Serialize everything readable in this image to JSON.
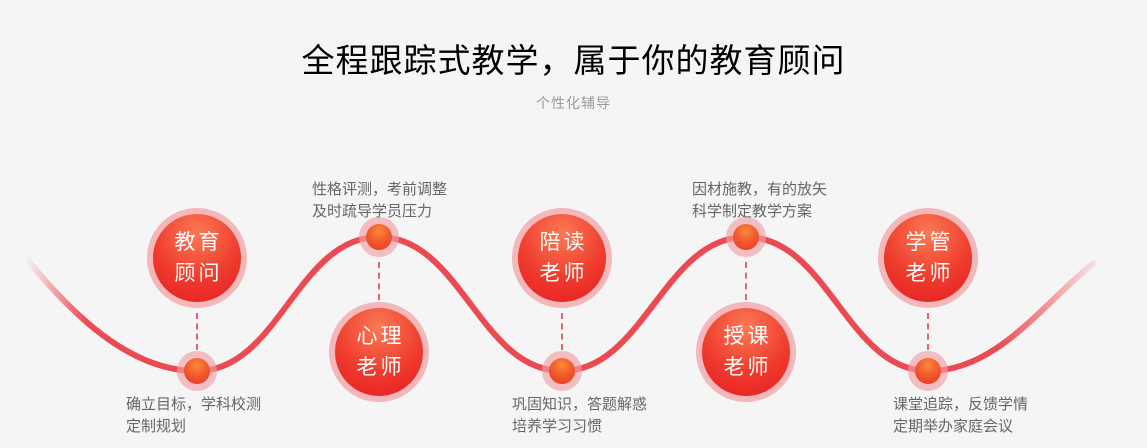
{
  "header": {
    "title": "全程跟踪式教学，属于你的教育顾问",
    "subtitle": "个性化辅导"
  },
  "colors": {
    "background": "#f5f5f6",
    "wave_red": "#ec4a52",
    "badge_ring_pink": "#f4b7ba",
    "badge_red_top": "#fa7a55",
    "badge_red_bottom": "#e51d22",
    "dot_orange": "#f78b3a",
    "dot_red": "#e8332a",
    "halo_pink": "#f1a0a5",
    "dash_red": "#e4666d",
    "title_black": "#000000",
    "subtitle_gray": "#9a9a9a",
    "desc_gray": "#666666",
    "badge_text_white": "#ffffff"
  },
  "nodes": [
    {
      "role": "教育顾问",
      "role_line1": "教育",
      "role_line2": "顾问",
      "badge_position": "above-wave",
      "desc_position": "below-wave",
      "desc_line1": "确立目标，学科校测",
      "desc_line2": "定制规划"
    },
    {
      "role": "心理老师",
      "role_line1": "心理",
      "role_line2": "老师",
      "badge_position": "below-wave",
      "desc_position": "above-wave",
      "desc_line1": "性格评测，考前调整",
      "desc_line2": "及时疏导学员压力"
    },
    {
      "role": "陪读老师",
      "role_line1": "陪读",
      "role_line2": "老师",
      "badge_position": "above-wave",
      "desc_position": "below-wave",
      "desc_line1": "巩固知识，答题解惑",
      "desc_line2": "培养学习习惯"
    },
    {
      "role": "授课老师",
      "role_line1": "授课",
      "role_line2": "老师",
      "badge_position": "below-wave",
      "desc_position": "above-wave",
      "desc_line1": "因材施教，有的放矢",
      "desc_line2": "科学制定教学方案"
    },
    {
      "role": "学管老师",
      "role_line1": "学管",
      "role_line2": "老师",
      "badge_position": "above-wave",
      "desc_position": "below-wave",
      "desc_line1": "课堂追踪，反馈学情",
      "desc_line2": "定期举办家庭会议"
    }
  ]
}
